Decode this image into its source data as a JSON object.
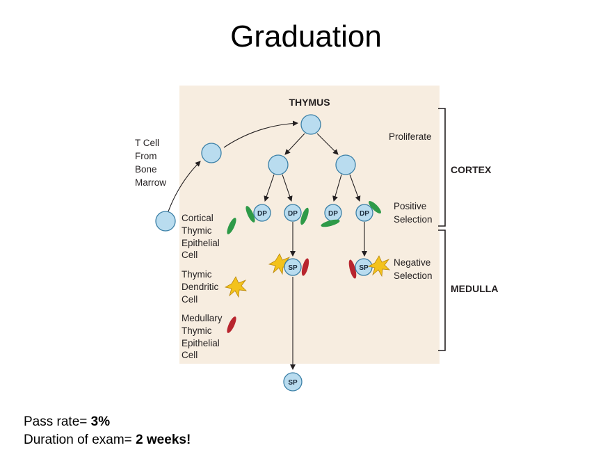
{
  "slide": {
    "title": "Graduation"
  },
  "diagram": {
    "thymus_label": "THYMUS",
    "cortex_label": "CORTEX",
    "medulla_label": "MEDULLA",
    "proliferate_label": "Proliferate",
    "positive_selection": {
      "line1": "Positive",
      "line2": "Selection"
    },
    "negative_selection": {
      "line1": "Negative",
      "line2": "Selection"
    },
    "t_cell_origin": {
      "line1": "T Cell",
      "line2": "From",
      "line3": "Bone",
      "line4": "Marrow"
    },
    "legend": {
      "cortical": {
        "line1": "Cortical",
        "line2": "Thymic",
        "line3": "Epithelial",
        "line4": "Cell"
      },
      "dendritic": {
        "line1": "Thymic",
        "line2": "Dendritic",
        "line3": "Cell"
      },
      "medullary": {
        "line1": "Medullary",
        "line2": "Thymic",
        "line3": "Epithelial",
        "line4": "Cell"
      }
    },
    "cells": {
      "dp": "DP",
      "sp": "SP"
    },
    "colors": {
      "cortical_epithelial": "#2e9a48",
      "dendritic": "#f3c21c",
      "medullary_epithelial": "#b8252e",
      "t_cell": "#b9dcef",
      "panel": "#f7ede0"
    }
  },
  "footer": {
    "pass_rate_label": "Pass rate= ",
    "pass_rate_value": "3%",
    "duration_label": "Duration of exam= ",
    "duration_value": "2 weeks!"
  }
}
